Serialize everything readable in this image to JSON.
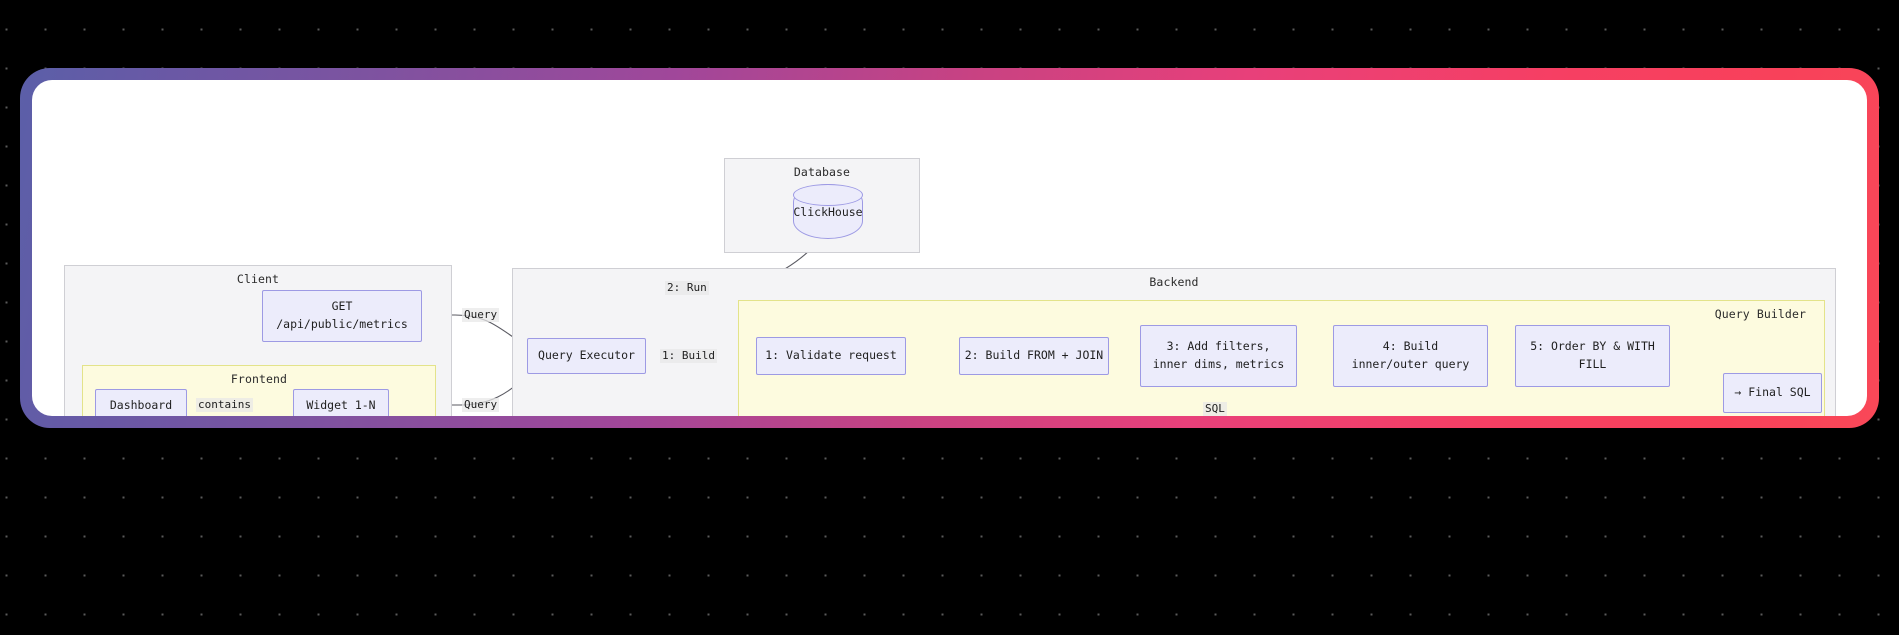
{
  "background": {
    "dot_color": "#5a5a5a",
    "canvas_color": "#000000"
  },
  "frame": {
    "gradient_start": "#5b5fa8",
    "gradient_mid": "#c94282",
    "gradient_end": "#f94858",
    "inner_background": "#ffffff"
  },
  "theme": {
    "node_fill": "#ececfb",
    "node_border": "#9d9ae4",
    "group_fill": "#f4f4f6",
    "group_border": "#cfcfd4",
    "yellow_group_fill": "#fdfbdf",
    "yellow_group_border": "#e3e38a",
    "edge_color": "#5a5a62"
  },
  "groups": {
    "client": {
      "label": "Client"
    },
    "frontend": {
      "label": "Frontend"
    },
    "database": {
      "label": "Database"
    },
    "backend": {
      "label": "Backend"
    },
    "query_builder": {
      "label": "Query Builder"
    }
  },
  "nodes": {
    "api_endpoint": {
      "line1": "GET",
      "line2": "/api/public/metrics"
    },
    "dashboard": {
      "label": "Dashboard"
    },
    "widget": {
      "label": "Widget 1-N"
    },
    "clickhouse": {
      "label": "ClickHouse"
    },
    "query_executor": {
      "label": "Query Executor"
    },
    "step1": {
      "label": "1: Validate request"
    },
    "step2": {
      "label": "2: Build FROM + JOIN"
    },
    "step3": {
      "line1": "3: Add filters,",
      "line2": "inner dims, metrics"
    },
    "step4": {
      "line1": "4: Build",
      "line2": "inner/outer query"
    },
    "step5": {
      "line1": "5: Order BY & WITH",
      "line2": "FILL"
    },
    "final_sql": {
      "label": "→ Final SQL"
    }
  },
  "edge_labels": {
    "contains": "contains",
    "query_from_api": "Query",
    "query_from_widget": "Query",
    "run": "2: Run",
    "build": "1: Build",
    "sql": "SQL"
  }
}
